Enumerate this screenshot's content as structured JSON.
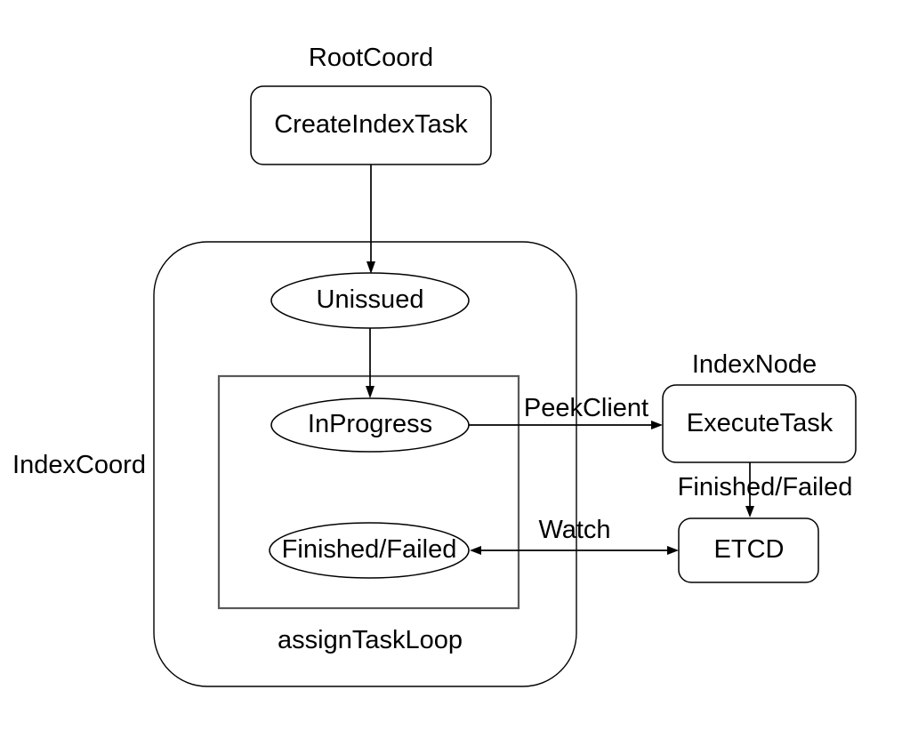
{
  "diagram": {
    "colors": {
      "background": "#ffffff",
      "stroke": "#000000",
      "inner_box_stroke": "#595959",
      "text": "#000000"
    },
    "group_labels": {
      "root_coord": "RootCoord",
      "index_node": "IndexNode",
      "index_coord": "IndexCoord",
      "assign_task_loop": "assignTaskLoop"
    },
    "nodes": {
      "create_index_task": {
        "label": "CreateIndexTask",
        "shape": "rounded-rectangle"
      },
      "unissued": {
        "label": "Unissued",
        "shape": "ellipse"
      },
      "in_progress": {
        "label": "InProgress",
        "shape": "ellipse"
      },
      "finished_failed": {
        "label": "Finished/Failed",
        "shape": "ellipse"
      },
      "execute_task": {
        "label": "ExecuteTask",
        "shape": "rounded-rectangle"
      },
      "etcd": {
        "label": "ETCD",
        "shape": "rounded-rectangle"
      }
    },
    "edge_labels": {
      "peek_client": "PeekClient",
      "finished_failed": "Finished/Failed",
      "watch": "Watch"
    }
  }
}
